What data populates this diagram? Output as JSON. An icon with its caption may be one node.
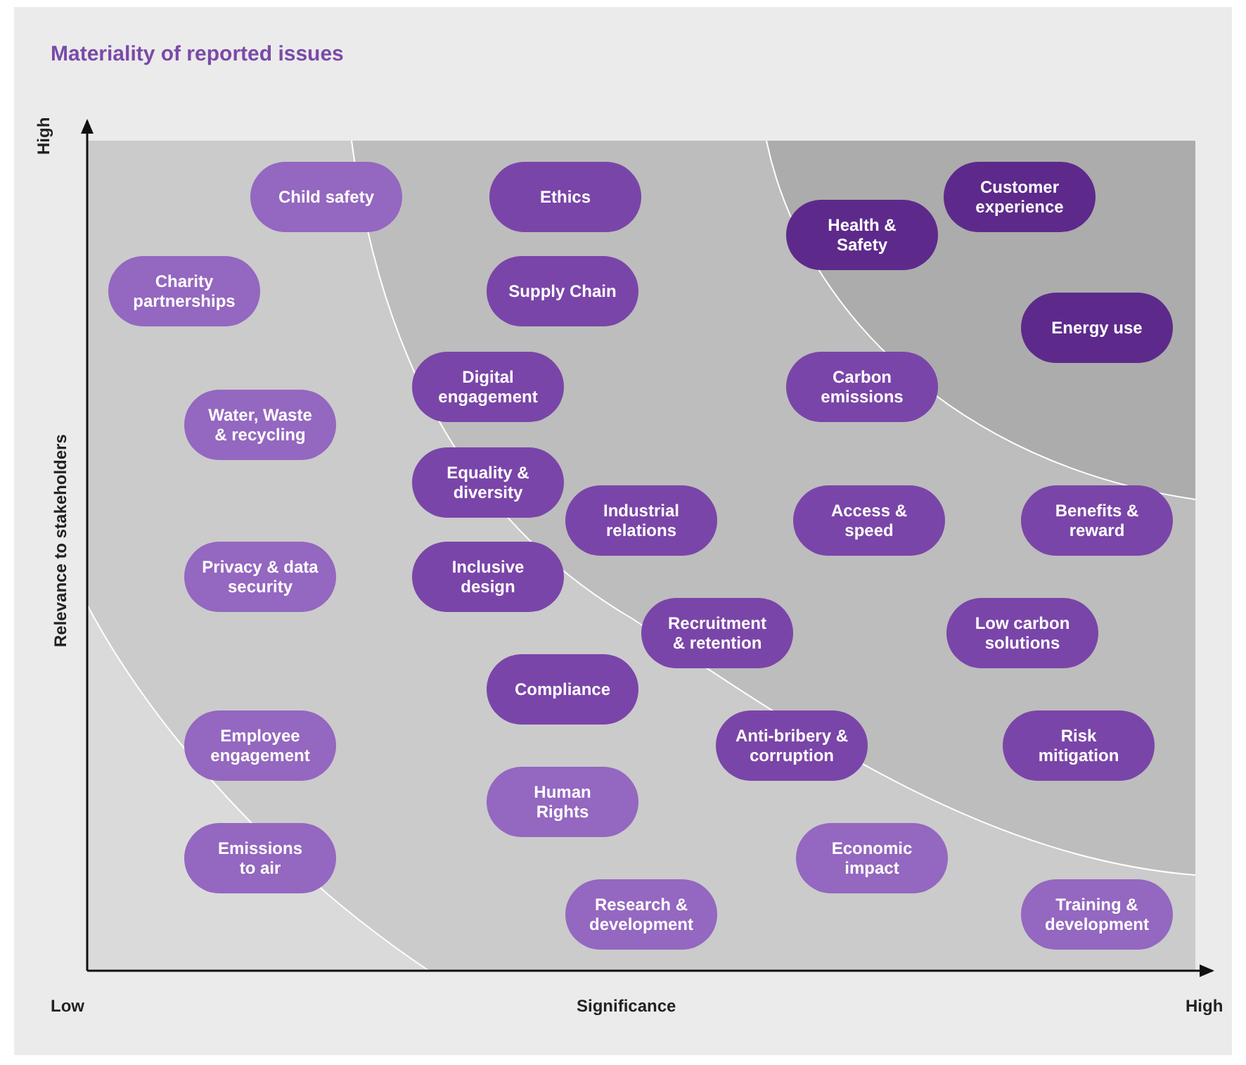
{
  "diagram": {
    "title": "Materiality of reported issues",
    "nodes": [
      {
        "text": [
          "Child safety"
        ]
      },
      {
        "text": [
          "Ethics"
        ]
      },
      {
        "text": [
          "Customer experience"
        ]
      },
      {
        "text": [
          "Health & Safety"
        ]
      },
      {
        "text": [
          "Charity partnerships"
        ]
      },
      {
        "text": [
          "Supply Chain"
        ]
      },
      {
        "text": [
          "Energy use"
        ]
      },
      {
        "text": [
          "Digital engagement"
        ]
      },
      {
        "text": [
          "Carbon emissions"
        ]
      },
      {
        "text": [
          "Water, Waste & recycling"
        ]
      },
      {
        "text": [
          "Equality & diversity"
        ]
      },
      {
        "text": [
          "Industrial relations"
        ]
      },
      {
        "text": [
          "Access & speed"
        ]
      },
      {
        "text": [
          "Benefits & reward"
        ]
      },
      {
        "text": [
          "Privacy & data security"
        ]
      },
      {
        "text": [
          "Inclusive design"
        ]
      },
      {
        "text": [
          "Recruitment & retention"
        ]
      },
      {
        "text": [
          "Low carbon solutions"
        ]
      },
      {
        "text": [
          "Compliance"
        ]
      },
      {
        "text": [
          "Employee engagement"
        ]
      },
      {
        "text": [
          "Anti-bribery & corruption"
        ]
      },
      {
        "text": [
          "Risk mitigation"
        ]
      },
      {
        "text": [
          "Human Rights"
        ]
      },
      {
        "text": [
          "Emissions to air"
        ]
      },
      {
        "text": [
          "Economic impact"
        ]
      },
      {
        "text": [
          "Research & development"
        ]
      },
      {
        "text": [
          "Training & development"
        ]
      }
    ],
    "labels": [
      "High",
      "Relevance to stakeholders",
      "Low",
      "Significance",
      "High"
    ]
  }
}
